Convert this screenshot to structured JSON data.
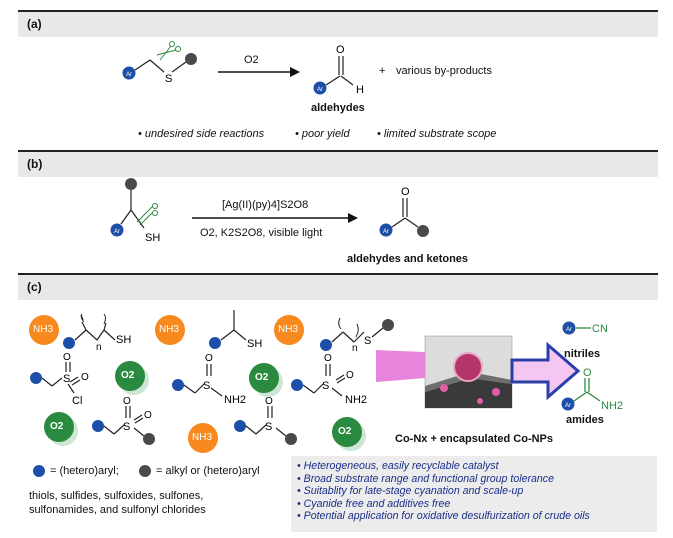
{
  "panels": {
    "a": {
      "label": "(a)",
      "reagent": "O2",
      "product_label": "aldehydes",
      "plus": "+",
      "byproducts": "various by-products",
      "drawbacks": [
        "undesired side reactions",
        "poor yield",
        "limited substrate scope"
      ]
    },
    "b": {
      "label": "(b)",
      "reagent_top": "[Ag(II)(py)4]S2O8",
      "reagent_bottom": "O2, K2S2O8, visible light",
      "product_label": "aldehydes and ketones"
    },
    "c": {
      "label": "(c)",
      "catalyst_label": "Co-Nx + encapsulated Co-NPs",
      "products": [
        "nitriles",
        "amides"
      ],
      "legend_aryl": "= (hetero)aryl;",
      "legend_alkyl": "= alkyl or (hetero)aryl",
      "substrates_line1": "thiols, sulfides, sulfoxides, sulfones,",
      "substrates_line2": "sulfonamides, and sulfonyl chlorides",
      "features": [
        "Heterogeneous, easily recyclable catalyst",
        "Broad substrate range and functional group tolerance",
        "Suitablity for late-stage cyanation and scale-up",
        "Cyanide free and additives free",
        "Potential application for oxidative desulfurization of crude oils"
      ]
    }
  },
  "atoms": {
    "ar": "Ar",
    "s": "S",
    "sh": "SH",
    "o": "O",
    "h": "H",
    "cl": "Cl",
    "nh2": "NH2",
    "n": "n",
    "cn": "CN",
    "nh3": "NH3",
    "o2": "O2"
  },
  "colors": {
    "aryl": "#1e4fa8",
    "alkyl": "#4a4a4a",
    "o2": "#2a8a3f",
    "nh3": "#f7891e",
    "arrow": "#2b3fa8",
    "green_bond": "#2a8a3f"
  }
}
